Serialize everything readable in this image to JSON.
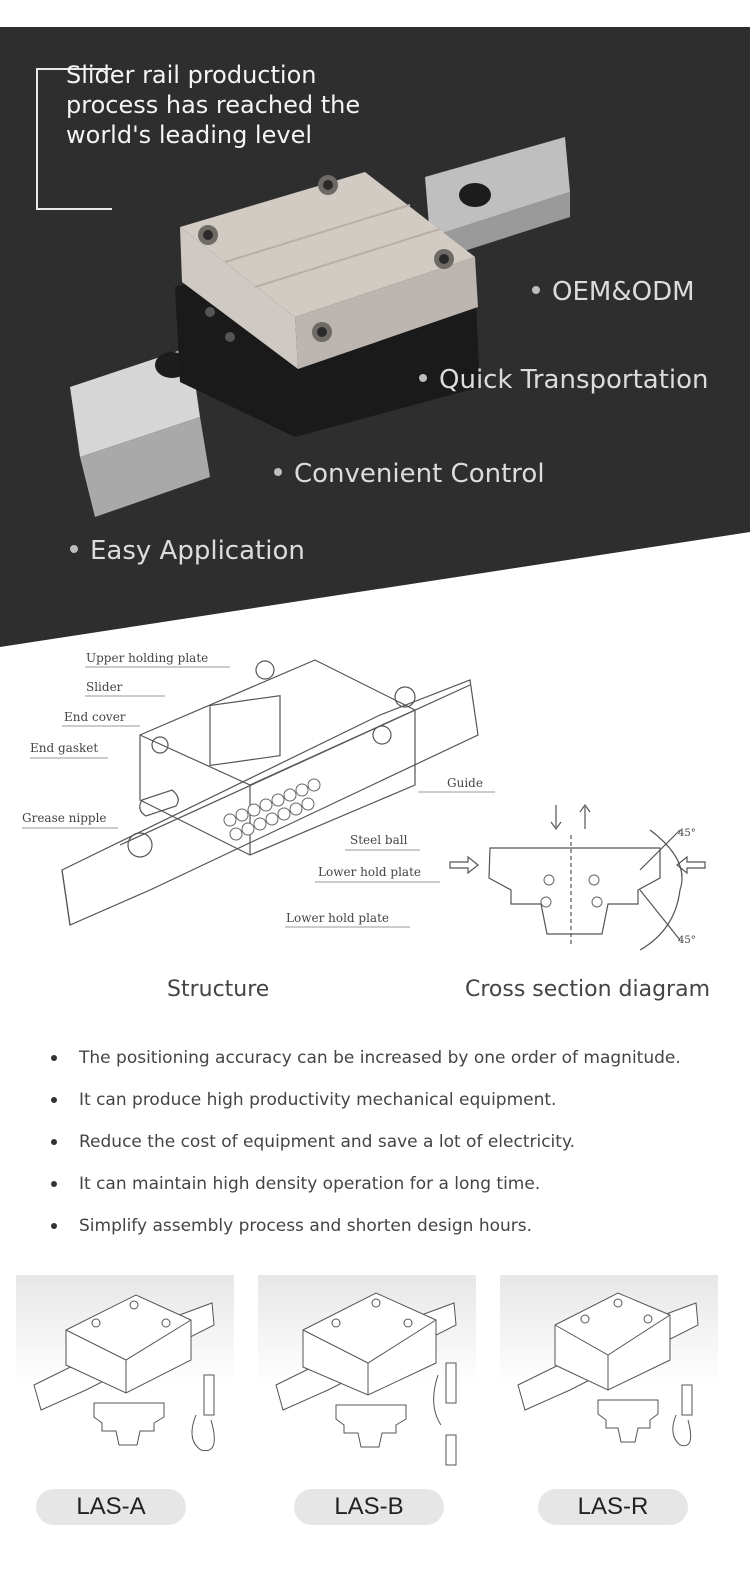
{
  "hero": {
    "title": "Slider rail production process has reached the world's leading level",
    "features": [
      "OEM&ODM",
      "Quick Transportation",
      "Convenient Control",
      "Easy Application"
    ]
  },
  "diagram": {
    "labels": {
      "upper_holding_plate": "Upper holding plate",
      "slider": "Slider",
      "end_cover": "End cover",
      "end_gasket": "End gasket",
      "grease_nipple": "Grease nipple",
      "guide": "Guide",
      "steel_ball": "Steel ball",
      "lower_hold_plate_1": "Lower hold plate",
      "lower_hold_plate_2": "Lower hold plate",
      "angle_top": "45°",
      "angle_bottom": "45°"
    },
    "captions": {
      "structure": "Structure",
      "cross_section": "Cross section diagram"
    }
  },
  "bullets": [
    "The positioning accuracy can be increased by one order of magnitude.",
    "It can produce high productivity mechanical equipment.",
    "Reduce the cost of equipment and save a lot of electricity.",
    "It can maintain high density operation for a long time.",
    "Simplify assembly process and shorten design hours."
  ],
  "models": [
    {
      "label": "LAS-A"
    },
    {
      "label": "LAS-B"
    },
    {
      "label": "LAS-R"
    }
  ]
}
